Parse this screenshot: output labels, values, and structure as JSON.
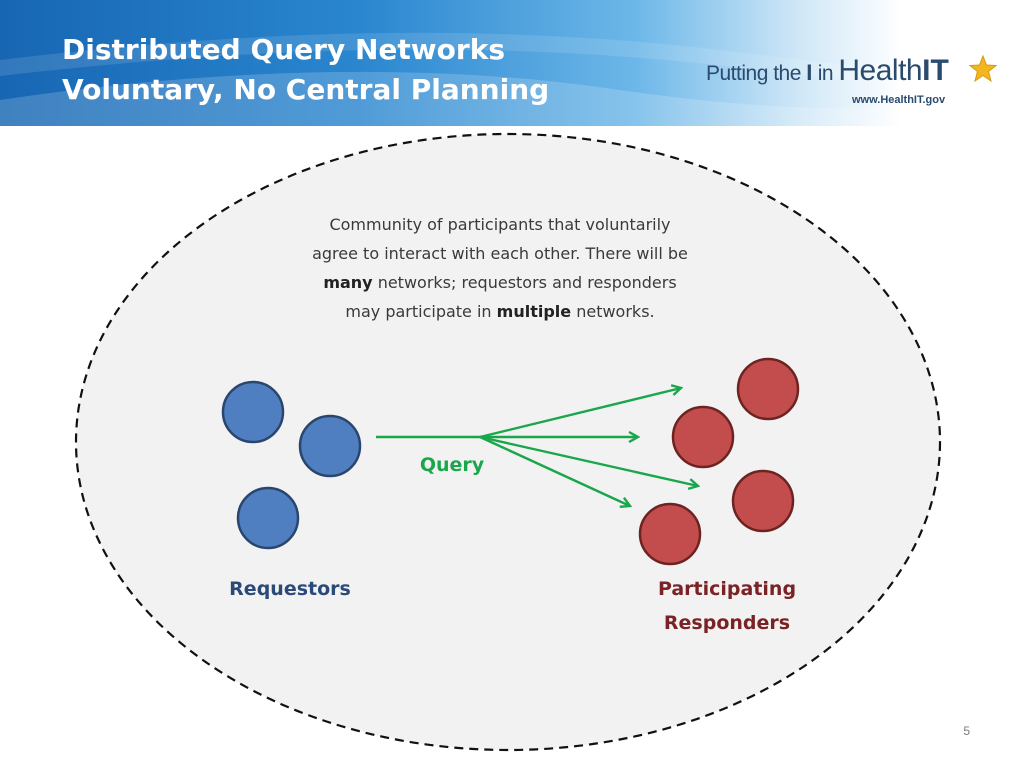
{
  "header": {
    "title_line1": "Distributed Query Networks",
    "title_line2": "Voluntary, No Central Planning",
    "logo": {
      "prefix": "Putting the ",
      "emph": "I",
      "mid": " in ",
      "health": "Health",
      "it": "IT",
      "url": "www.HealthIT.gov",
      "star_icon": "star-icon"
    }
  },
  "description": {
    "line1": "Community of participants that voluntarily",
    "line2": "agree to interact with each other. There will be",
    "bold1": "many",
    "line3_rest": " networks; requestors and responders",
    "line4_start": "may participate in ",
    "bold2": "multiple",
    "line4_end": " networks."
  },
  "labels": {
    "query": "Query",
    "requestors": "Requestors",
    "responders_line1": "Participating",
    "responders_line2": "Responders"
  },
  "colors": {
    "requestor_fill": "#4f7fc0",
    "requestor_stroke": "#2a466e",
    "responder_fill": "#c34d4d",
    "responder_stroke": "#6e2323",
    "arrow": "#1aa64b",
    "ellipse_fill": "#f2f2f2"
  },
  "page_number": "5"
}
